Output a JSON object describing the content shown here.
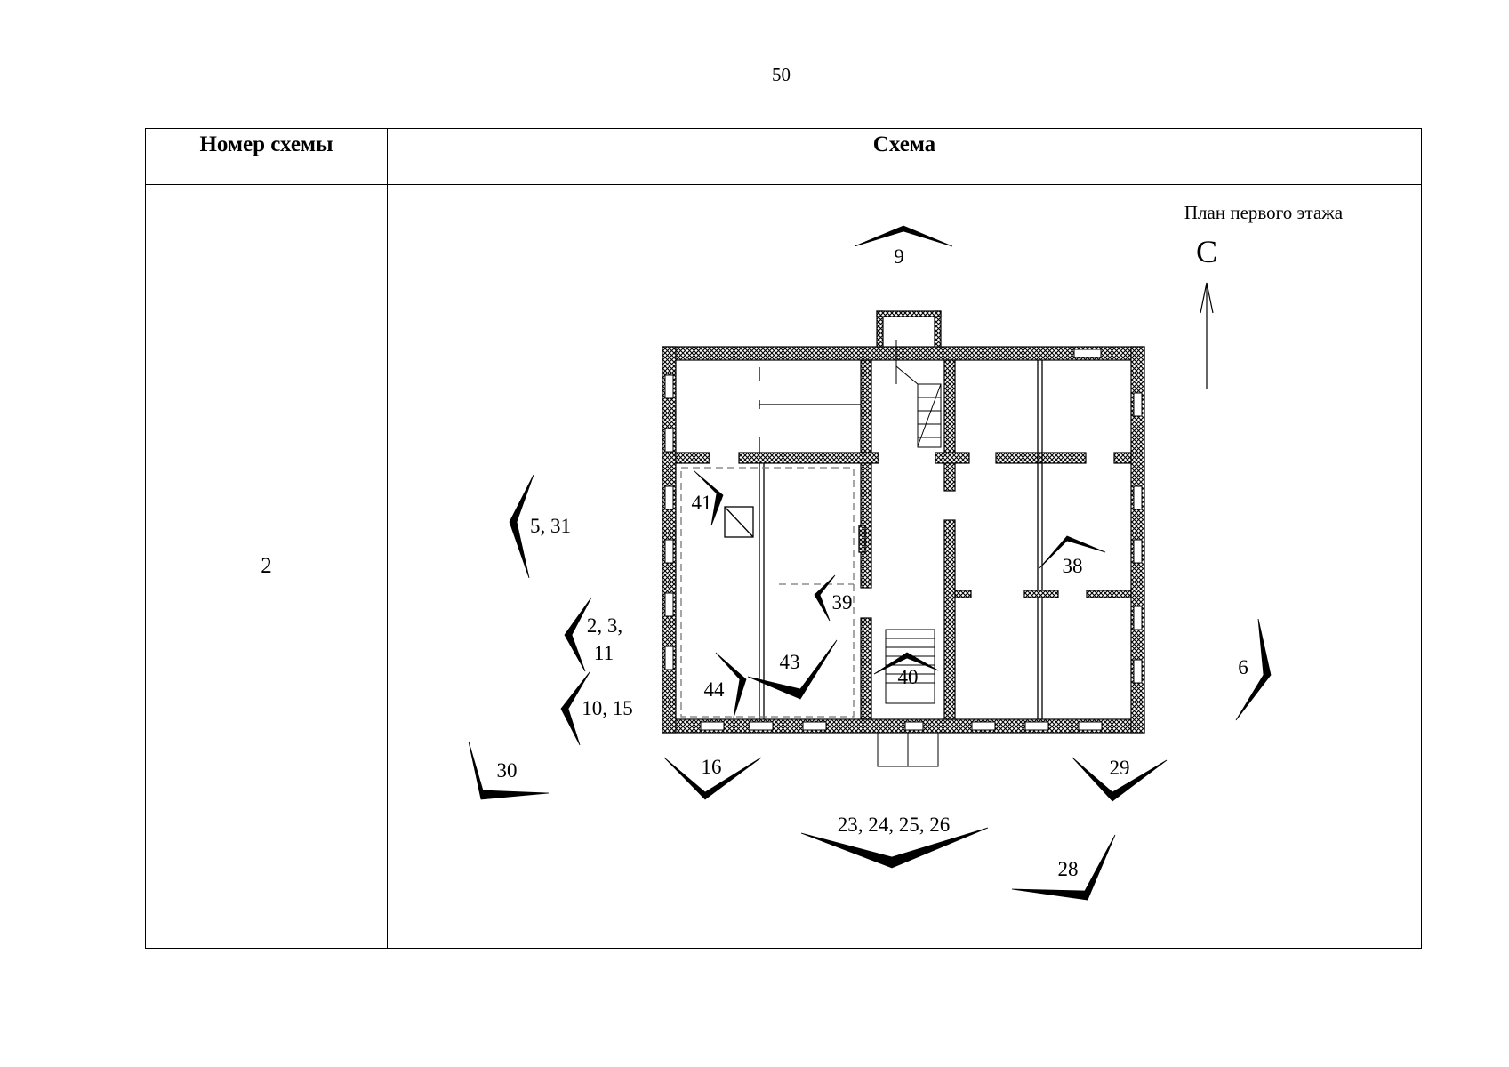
{
  "page_number": "50",
  "table": {
    "headers": [
      "Номер схемы",
      "Схема"
    ],
    "row": {
      "number": "2"
    }
  },
  "plan": {
    "title": "План первого этажа",
    "north_label": "С",
    "views": [
      {
        "label": "9"
      },
      {
        "label": "5, 31"
      },
      {
        "label": "2, 3,"
      },
      {
        "label": "11"
      },
      {
        "label": "10, 15"
      },
      {
        "label": "30"
      },
      {
        "label": "16"
      },
      {
        "label": "23, 24, 25, 26"
      },
      {
        "label": "28"
      },
      {
        "label": "29"
      },
      {
        "label": "6"
      },
      {
        "label": "41"
      },
      {
        "label": "39"
      },
      {
        "label": "43"
      },
      {
        "label": "44"
      },
      {
        "label": "40"
      },
      {
        "label": "38"
      }
    ],
    "colors": {
      "line": "#000000",
      "wall_hatch": "#000000",
      "dashed": "#777777"
    }
  }
}
